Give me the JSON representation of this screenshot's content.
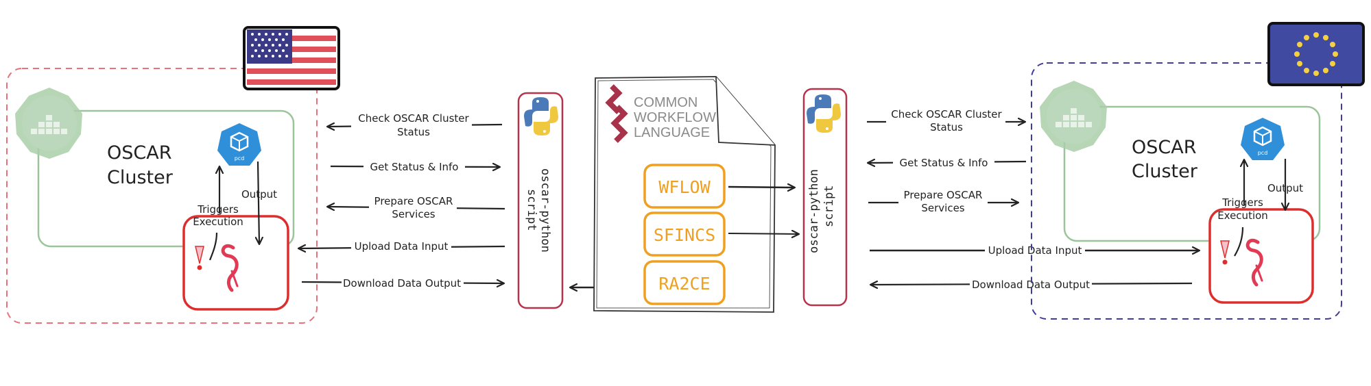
{
  "left": {
    "cluster_label_1": "OSCAR",
    "cluster_label_2": "Cluster",
    "k8s_caption": "pcd",
    "triggers_1": "Triggers",
    "triggers_2": "Execution",
    "output": "Output",
    "flag": "us-flag"
  },
  "right": {
    "cluster_label_1": "OSCAR",
    "cluster_label_2": "Cluster",
    "k8s_caption": "pcd",
    "triggers_1": "Triggers",
    "triggers_2": "Execution",
    "output": "Output",
    "flag": "eu-flag"
  },
  "arrows_left": {
    "check_1": "Check OSCAR Cluster",
    "check_2": "Status",
    "status": "Get Status & Info",
    "prepare_1": "Prepare OSCAR",
    "prepare_2": "Services",
    "upload": "Upload Data Input",
    "download": "Download Data Output"
  },
  "arrows_right": {
    "check_1": "Check OSCAR Cluster",
    "check_2": "Status",
    "status": "Get Status & Info",
    "prepare_1": "Prepare OSCAR",
    "prepare_2": "Services",
    "upload": "Upload Data Input",
    "download": "Download Data Output"
  },
  "scripts": {
    "left": "oscar-python script",
    "left_1": "oscar-python",
    "left_2": "script",
    "right_1": "oscar-python",
    "right_2": "script"
  },
  "cwl": {
    "line1": "COMMON",
    "line2": "WORKFLOW",
    "line3": "LANGUAGE"
  },
  "workflows": [
    "WFLOW",
    "SFINCS",
    "RA2CE"
  ],
  "colors": {
    "left_border": "#e8707a",
    "right_border": "#3f3d99",
    "cluster_green": "#9cc49c",
    "service_red": "#dd2e2e",
    "script_border": "#b8324c",
    "workflow_orange": "#f0a020",
    "k8s_blue": "#2f8fd8"
  }
}
